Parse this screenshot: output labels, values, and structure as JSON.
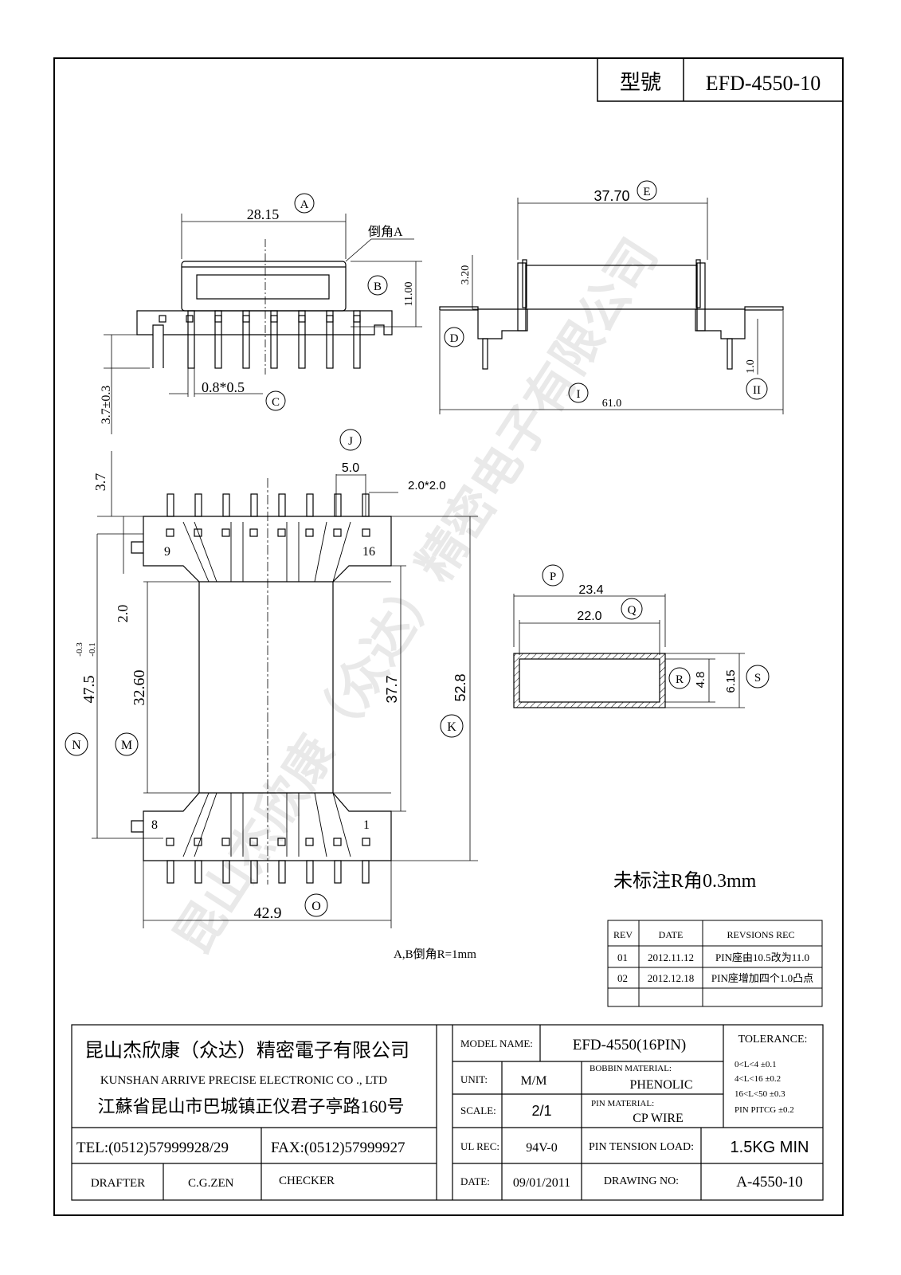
{
  "model_box": {
    "label": "型號",
    "value": "EFD-4550-10"
  },
  "watermark": "昆山杰欣康（众达）精密电子有限公司",
  "labels": {
    "A": "A",
    "B": "B",
    "C": "C",
    "D": "D",
    "E": "E",
    "I": "I",
    "II": "II",
    "J": "J",
    "K": "K",
    "M": "M",
    "N": "N",
    "O": "O",
    "P": "P",
    "Q": "Q",
    "R": "R",
    "S": "S"
  },
  "dims": {
    "a": "28.15",
    "chamfer": "倒角A",
    "b": "11.00",
    "pin": "0.8*0.5",
    "pin_len": "3.7±0.3",
    "e": "37.70",
    "h320": "3.20",
    "i": "61.0",
    "ii": "1.0",
    "j": "5.0",
    "sq": "2.0*2.0",
    "h37": "3.7",
    "d20": "2.0",
    "n": "47.5",
    "n_tol_up": "-0.3",
    "n_tol_dn": "-0.1",
    "m": "32.60",
    "inner": "37.7",
    "k": "52.8",
    "o": "42.9",
    "p": "23.4",
    "q": "22.0",
    "r": "4.8",
    "s": "6.15",
    "pin9": "9",
    "pin16": "16",
    "pin8": "8",
    "pin1": "1"
  },
  "notes": {
    "radius": "未标注R角0.3mm",
    "chamfer_ab": "A,B倒角R=1mm"
  },
  "revisions": {
    "headers": [
      "REV",
      "DATE",
      "REVSIONS  REC"
    ],
    "rows": [
      [
        "01",
        "2012.11.12",
        "PIN座由10.5改为11.0"
      ],
      [
        "02",
        "2012.12.18",
        "PIN座增加四个1.0凸点"
      ]
    ]
  },
  "company": {
    "name_cn": "昆山杰欣康（众达）精密電子有限公司",
    "name_en": "KUNSHAN ARRIVE PRECISE ELECTRONIC CO ., LTD",
    "address": "江蘇省昆山市巴城镇正仪君子亭路160号",
    "tel": "TEL:(0512)57999928/29",
    "fax": "FAX:(0512)57999927"
  },
  "titleblock": {
    "drafter_label": "DRAFTER",
    "drafter": "C.G.ZEN",
    "checker_label": "CHECKER",
    "model_name_label": "MODEL NAME:",
    "model_name": "EFD-4550(16PIN)",
    "tolerance_label": "TOLERANCE:",
    "unit_label": "UNIT:",
    "unit": "M/M",
    "bobbin_label": "BOBBIN MATERIAL:",
    "bobbin": "PHENOLIC",
    "tol1": "0<L<4    ±0.1",
    "tol2": "4<L<16    ±0.2",
    "tol3": "16<L<50  ±0.3",
    "tol4": "PIN PITCG  ±0.2",
    "scale_label": "SCALE:",
    "scale": "2/1",
    "pin_mat_label": "PIN MATERIAL:",
    "pin_mat": "CP WIRE",
    "ul_label": "UL REC:",
    "ul": "94V-0",
    "tension_label": "PIN TENSION LOAD:",
    "tension": "1.5KG MIN",
    "date_label": "DATE:",
    "date": "09/01/2011",
    "drawing_no_label": "DRAWING NO:",
    "drawing_no": "A-4550-10"
  }
}
